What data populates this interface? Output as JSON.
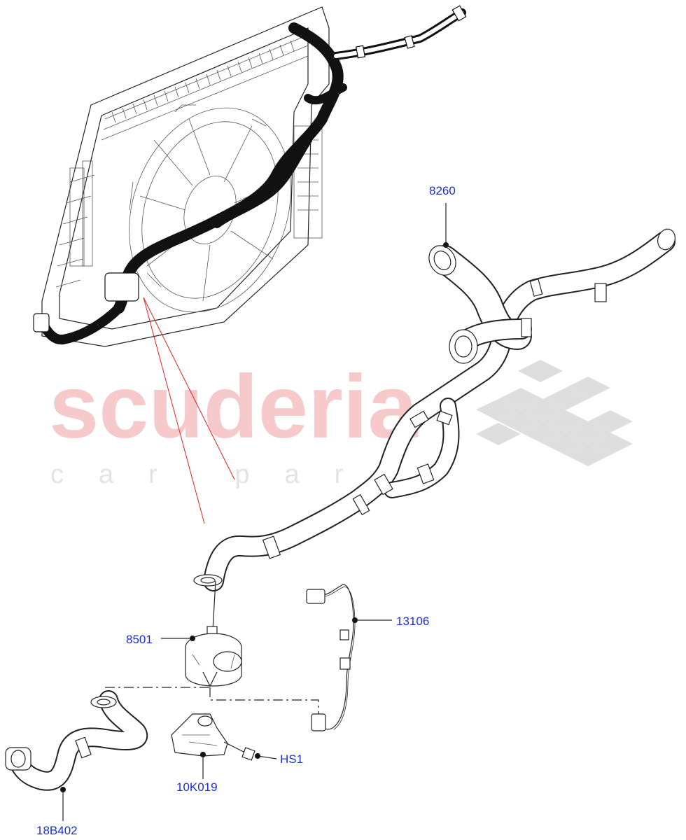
{
  "watermark": {
    "brand": "scuderia",
    "tagline": "car parts"
  },
  "parts": {
    "p8260": "8260",
    "p8501": "8501",
    "p13106": "13106",
    "p10K019": "10K019",
    "pHS1": "HS1",
    "p18B402": "18B402"
  },
  "colors": {
    "label": "#1a2fd6",
    "leader": "#222222",
    "callout_line": "#e02020",
    "watermark_text": "#f6c9cb",
    "watermark_checker": "#dcdcdc"
  }
}
